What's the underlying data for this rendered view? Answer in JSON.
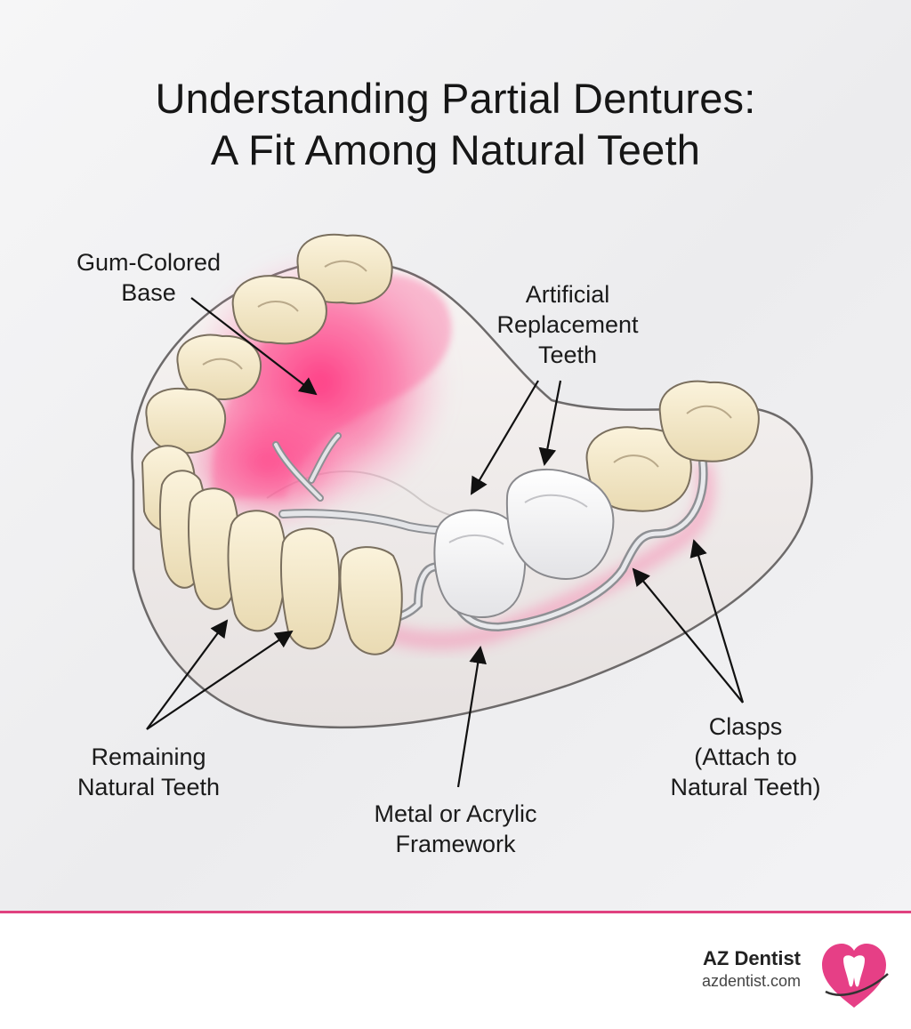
{
  "title": {
    "line1": "Understanding Partial Dentures:",
    "line2": "A Fit Among Natural Teeth"
  },
  "labels": {
    "gum_base": {
      "line1": "Gum-Colored",
      "line2": "Base"
    },
    "artificial_teeth": {
      "line1": "Artificial",
      "line2": "Replacement",
      "line3": "Teeth"
    },
    "natural_teeth": {
      "line1": "Remaining",
      "line2": "Natural Teeth"
    },
    "framework": {
      "line1": "Metal or Acrylic",
      "line2": "Framework"
    },
    "clasps": {
      "line1": "Clasps",
      "line2": "(Attach to",
      "line3": "Natural Teeth)"
    }
  },
  "footer": {
    "brand": "AZ Dentist",
    "url": "azdentist.com"
  },
  "colors": {
    "accent": "#e0417f",
    "gum_glow": "#ff3d86",
    "tooth": "#f0e4c4",
    "artificial_tooth": "#f4f4f4",
    "metal": "#c9cbcf"
  },
  "icons": {
    "logo": "heart-tooth-logo-icon"
  }
}
